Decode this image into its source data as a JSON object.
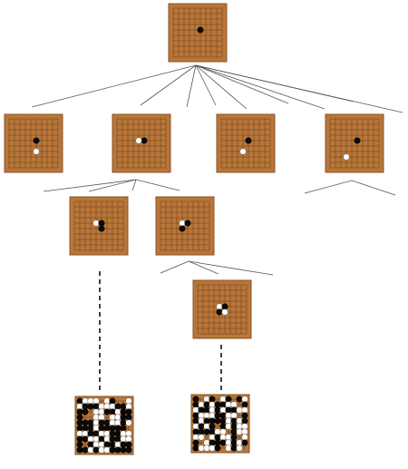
{
  "diagram": {
    "board_colors": {
      "wood": "#b8763a",
      "border": "#8a5424",
      "grid": "#6a3c14",
      "black_stone": "#0a0a0a",
      "white_stone": "#ffffff"
    },
    "edge_color": "#555555",
    "nodes": [
      {
        "id": "root",
        "stones": [
          {
            "c": 5,
            "r": 4,
            "color": "black"
          }
        ]
      },
      {
        "id": "child-1",
        "stones": [
          {
            "c": 5,
            "r": 4,
            "color": "black"
          },
          {
            "c": 5,
            "r": 6,
            "color": "white"
          }
        ]
      },
      {
        "id": "child-2",
        "stones": [
          {
            "c": 5,
            "r": 4,
            "color": "black"
          },
          {
            "c": 4,
            "r": 4,
            "color": "white"
          }
        ]
      },
      {
        "id": "child-3",
        "stones": [
          {
            "c": 5,
            "r": 4,
            "color": "black"
          },
          {
            "c": 4,
            "r": 6,
            "color": "white"
          }
        ]
      },
      {
        "id": "child-4",
        "stones": [
          {
            "c": 5,
            "r": 4,
            "color": "black"
          },
          {
            "c": 3,
            "r": 7,
            "color": "white"
          }
        ]
      },
      {
        "id": "grandchild-1",
        "stones": [
          {
            "c": 4,
            "r": 4,
            "color": "white"
          },
          {
            "c": 5,
            "r": 4,
            "color": "black"
          },
          {
            "c": 5,
            "r": 5,
            "color": "black"
          }
        ]
      },
      {
        "id": "grandchild-2",
        "stones": [
          {
            "c": 4,
            "r": 4,
            "color": "white"
          },
          {
            "c": 5,
            "r": 4,
            "color": "black"
          },
          {
            "c": 4,
            "r": 5,
            "color": "black"
          }
        ]
      },
      {
        "id": "great-grandchild",
        "stones": [
          {
            "c": 4,
            "r": 4,
            "color": "white"
          },
          {
            "c": 5,
            "r": 4,
            "color": "black"
          },
          {
            "c": 4,
            "r": 5,
            "color": "black"
          },
          {
            "c": 5,
            "r": 5,
            "color": "white"
          }
        ]
      },
      {
        "id": "final-left",
        "stones": [],
        "dense": true,
        "seed": 7
      },
      {
        "id": "final-right",
        "stones": [],
        "dense": true,
        "seed": 19
      }
    ]
  }
}
